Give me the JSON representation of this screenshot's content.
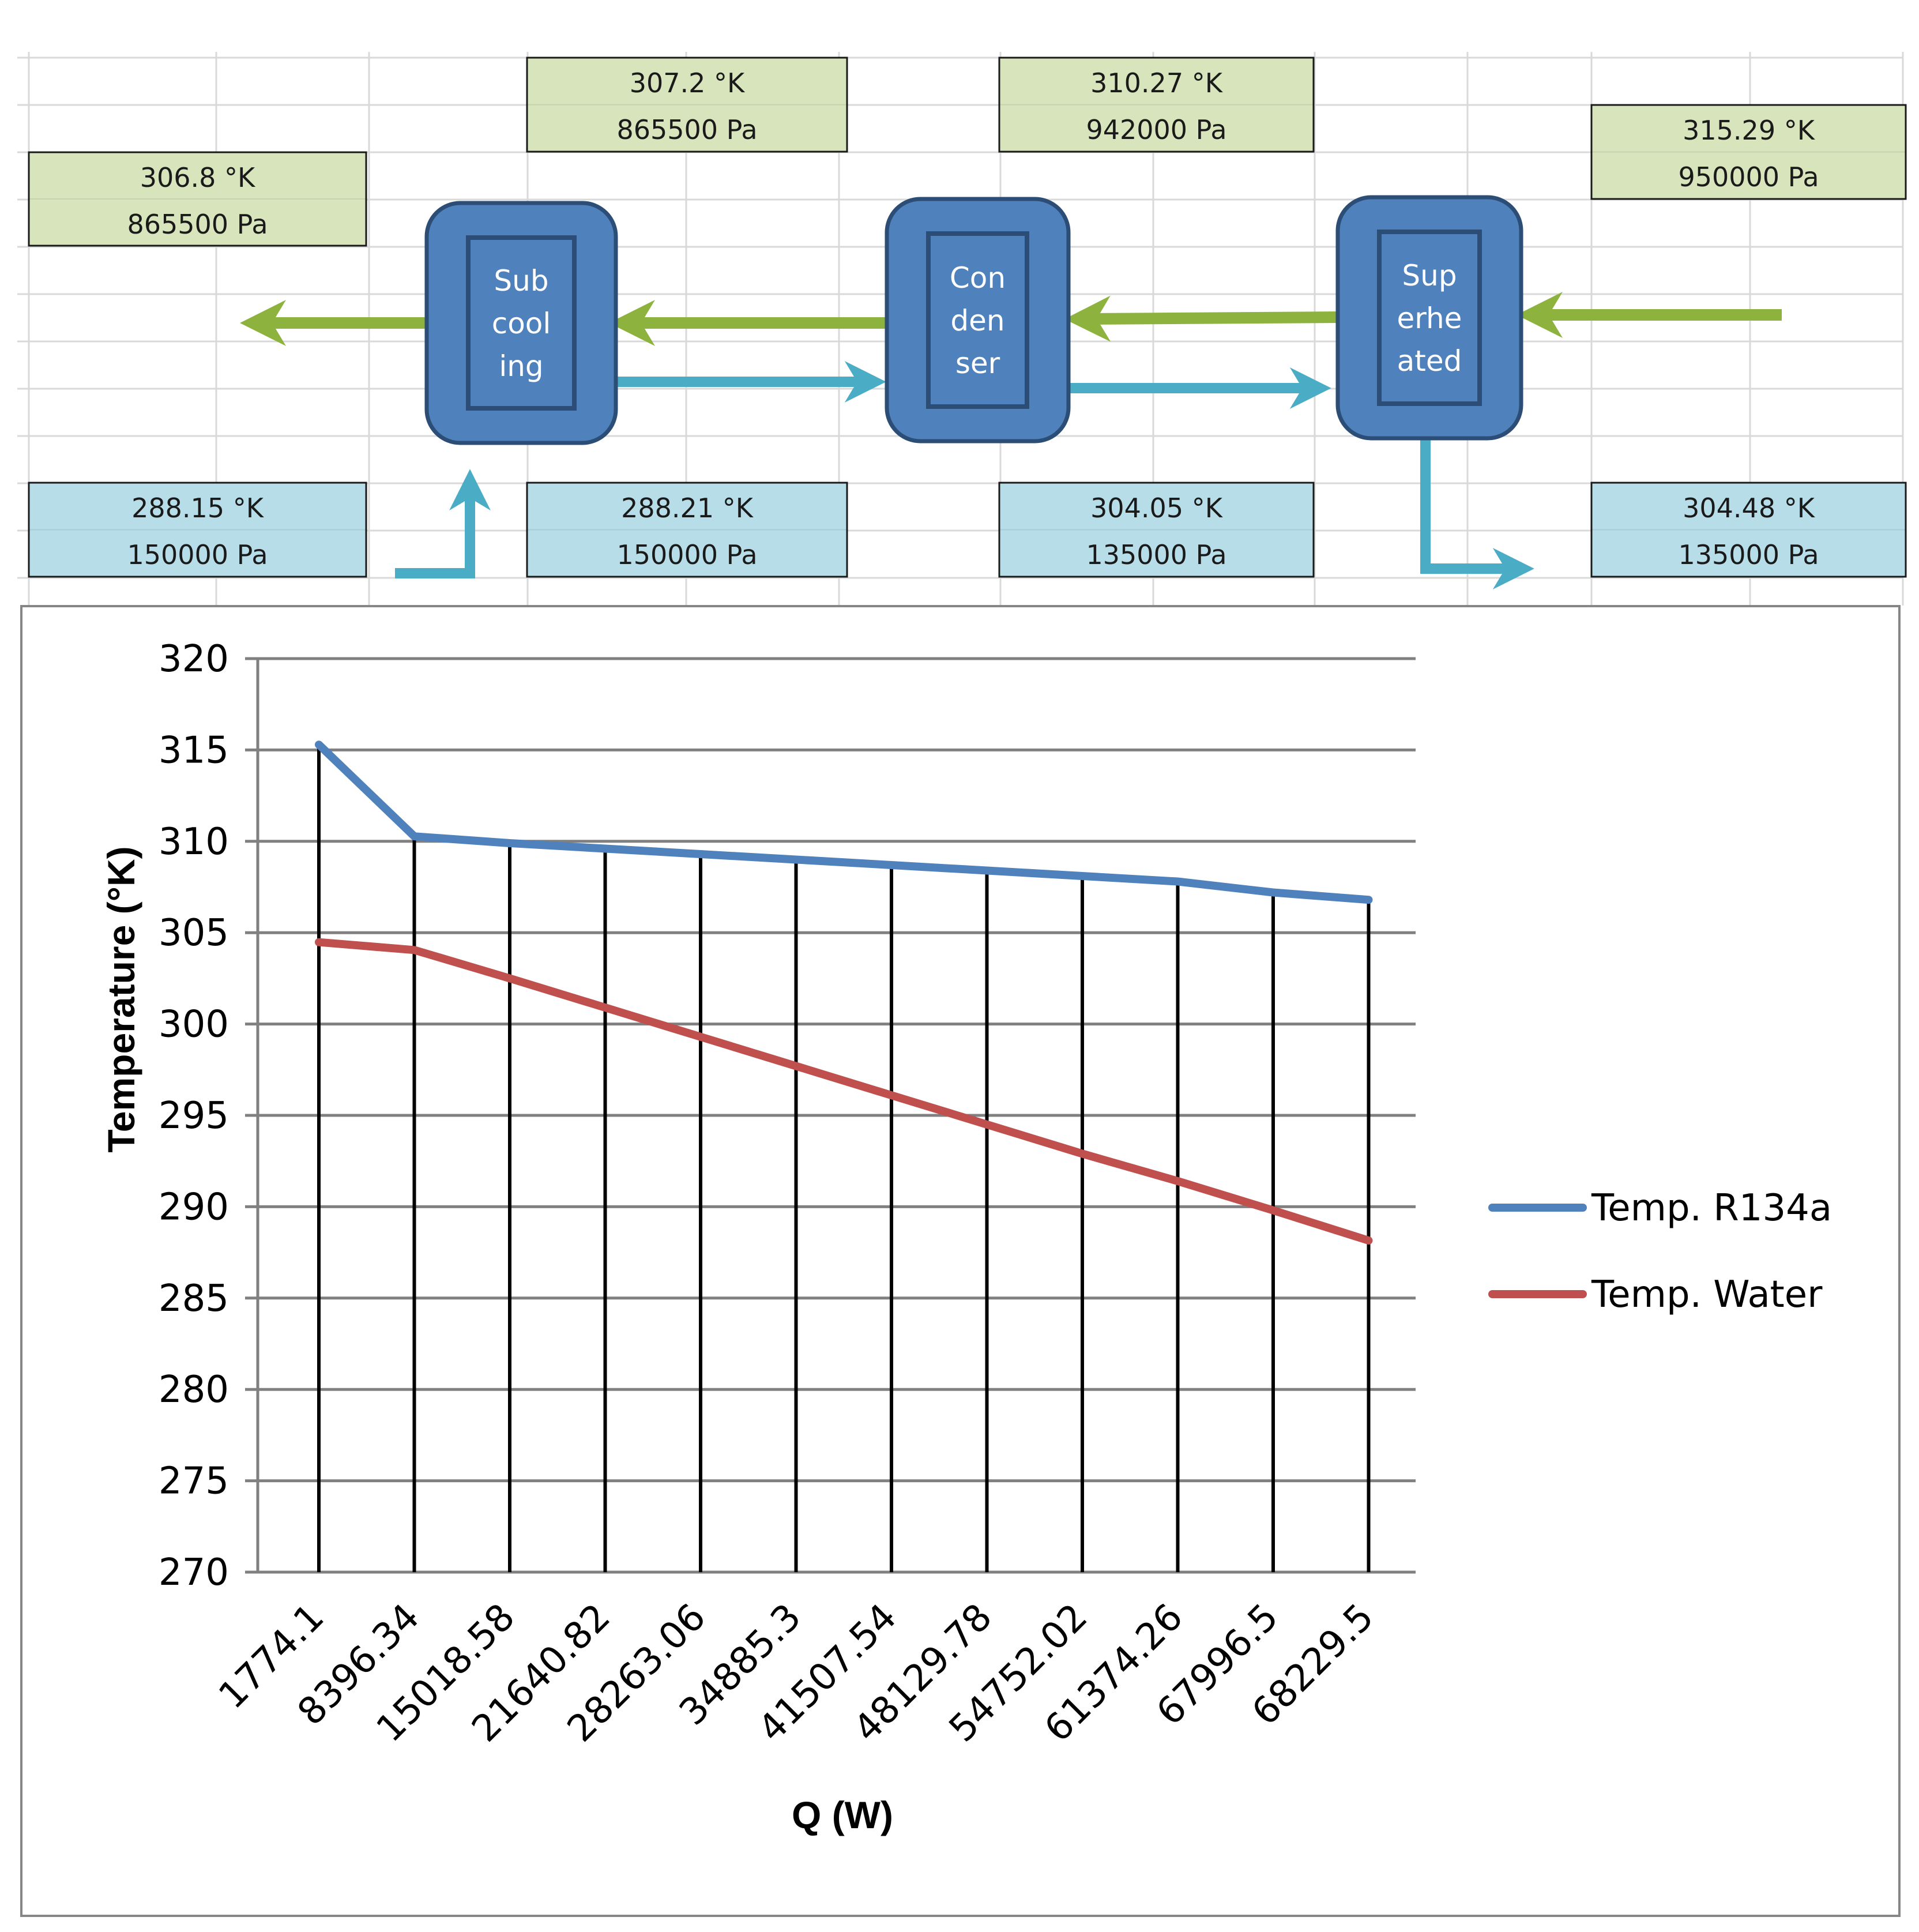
{
  "diagram": {
    "units": [
      {
        "id": "subcooling",
        "lines": [
          "Sub",
          "cool",
          "ing"
        ]
      },
      {
        "id": "condenser",
        "lines": [
          "Con",
          "den",
          "ser"
        ]
      },
      {
        "id": "superheated",
        "lines": [
          "Sup",
          "erhe",
          "ated"
        ]
      }
    ],
    "states": [
      {
        "id": "r134a-out",
        "stream": "R134a",
        "temperature": "306.8 °K",
        "pressure": "865500 Pa"
      },
      {
        "id": "r134a-sub-in",
        "stream": "R134a",
        "temperature": "307.2 °K",
        "pressure": "865500 Pa"
      },
      {
        "id": "r134a-cond-in",
        "stream": "R134a",
        "temperature": "310.27 °K",
        "pressure": "942000 Pa"
      },
      {
        "id": "r134a-in",
        "stream": "R134a",
        "temperature": "315.29 °K",
        "pressure": "950000 Pa"
      },
      {
        "id": "water-in",
        "stream": "Water",
        "temperature": "288.15 °K",
        "pressure": "150000 Pa"
      },
      {
        "id": "water-sub-out",
        "stream": "Water",
        "temperature": "288.21 °K",
        "pressure": "150000 Pa"
      },
      {
        "id": "water-cond-out",
        "stream": "Water",
        "temperature": "304.05 °K",
        "pressure": "135000 Pa"
      },
      {
        "id": "water-out",
        "stream": "Water",
        "temperature": "304.48 °K",
        "pressure": "135000 Pa"
      }
    ],
    "colors": {
      "r134a_box": "#d7e4bc",
      "water_box": "#b7dde8",
      "unit_fill": "#4f81bd",
      "unit_border": "#2c4d75",
      "r134a_arrow": "#8db33e",
      "water_arrow": "#4bacc6"
    }
  },
  "chart_data": {
    "type": "line",
    "categories": [
      "1774.1",
      "8396.34",
      "15018.58",
      "21640.82",
      "28263.06",
      "34885.3",
      "41507.54",
      "48129.78",
      "54752.02",
      "61374.26",
      "67996.5",
      "68229.5"
    ],
    "series": [
      {
        "name": "Temp. R134a",
        "color": "#4f81bd",
        "values": [
          315.29,
          310.27,
          309.9,
          309.6,
          309.3,
          309.0,
          308.7,
          308.4,
          308.1,
          307.8,
          307.2,
          306.8
        ]
      },
      {
        "name": "Temp. Water",
        "color": "#c0504d",
        "values": [
          304.48,
          304.05,
          302.5,
          300.9,
          299.3,
          297.7,
          296.1,
          294.5,
          292.9,
          291.4,
          289.8,
          288.15
        ]
      }
    ],
    "xlabel": "Q (W)",
    "ylabel": "Temperature (°K)",
    "ylim": [
      270,
      320
    ],
    "yticks": [
      "270",
      "275",
      "280",
      "285",
      "290",
      "295",
      "300",
      "305",
      "310",
      "315",
      "320"
    ],
    "grid": "horizontal major gridlines",
    "drop_lines": true,
    "legend_position": "right"
  }
}
